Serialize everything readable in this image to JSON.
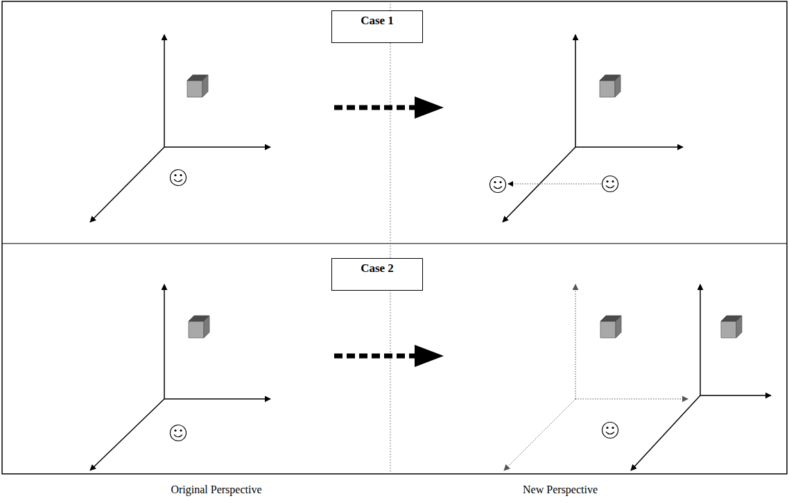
{
  "diagram": {
    "nodes": [
      {
        "text": [
          "Case 1"
        ]
      },
      {
        "text": [
          "Case 2"
        ]
      }
    ],
    "labels": [
      "Original Perspective",
      "New Perspective"
    ]
  }
}
